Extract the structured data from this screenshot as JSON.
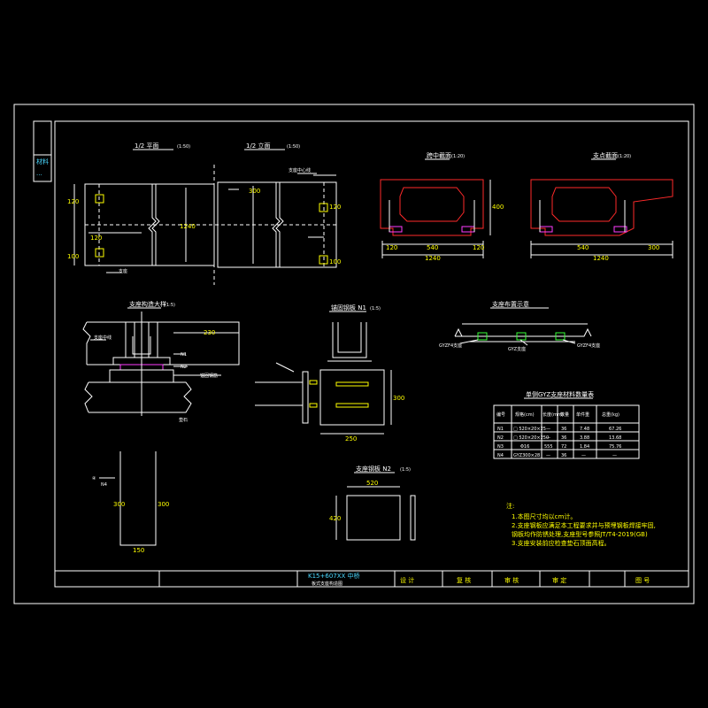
{
  "drawing": {
    "side_labels": [
      "材料",
      "..."
    ],
    "view_titles": {
      "half_plan_left": "1/2 平面",
      "half_plan_left_scale": "(1:50)",
      "half_plan_right": "1/2 立面",
      "half_plan_right_scale": "(1:50)",
      "mid_section": "跨中截面",
      "mid_section_scale": "(1:20)",
      "support_section": "支点截面",
      "support_section_scale": "(1:20)",
      "support_detail": "支座构造大样",
      "support_detail_scale": "(1:5)",
      "steel_plate_n1": "锚固钢板 N1",
      "steel_plate_n1_scale": "(1:5)",
      "bearing_layout": "支座布置示意",
      "steel_plate_n2": "支座钢板 N2",
      "steel_plate_n2_scale": "(1:5)"
    },
    "dims": {
      "plan_120": "120",
      "plan_100": "100",
      "plan_1240": "1240",
      "plan_300": "300",
      "mid_540": "540",
      "mid_120": "120",
      "mid_1240": "1240",
      "mid_400": "400",
      "sup_540": "540",
      "sup_300": "300",
      "sup_1240": "1240",
      "detail_230": "230",
      "n1_250": "250",
      "n1_300": "300",
      "col_300": "300",
      "col_150": "150",
      "n2_520": "520",
      "n2_420": "420"
    },
    "labels": {
      "plan_anchor": "支座中心线",
      "plan_left_mark": "支座",
      "detail_n1": "N1",
      "detail_n2": "N2",
      "detail_ground": "垫石",
      "detail_rebar": "锚固钢筋",
      "detail_center": "支座中线",
      "bearing_left": "GYZF4支座",
      "bearing_mid": "GYZ支座",
      "bearing_right": "GYZF4支座",
      "col_mark": "④",
      "col_label": "N4"
    },
    "table": {
      "title": "单侧GYZ支座材料数量表",
      "headers": [
        "编号",
        "规格(cm)",
        "长度(mm)",
        "数量",
        "单件重",
        "总重(kg)"
      ],
      "rows": [
        [
          "N1",
          "□ 520×20×25",
          "—",
          "36",
          "7.48",
          "67.26"
        ],
        [
          "N2",
          "□ 520×20×250",
          "—",
          "36",
          "3.88",
          "13.68"
        ],
        [
          "N3",
          "Φ16",
          "555",
          "72",
          "1.84",
          "75.76"
        ],
        [
          "N4",
          "GYZ300×28",
          "—",
          "36",
          "—",
          "—"
        ]
      ]
    },
    "notes": {
      "heading": "注:",
      "lines": [
        "1.本图尺寸均以cm计。",
        "2.支座钢板应满足本工程要求并与预埋钢板焊接牢固,",
        "  钢板均作防锈处理,支座型号参照JT/T4-2019(GB)",
        "3.支座安装前应检查垫石顶面高程。"
      ]
    },
    "title_block": {
      "project": "K15+607XX 中桥",
      "drawing_name": "板式支座构造图",
      "design": "设 计",
      "check": "复 核",
      "review": "审 核",
      "approve": "审 定",
      "sheet": "图 号"
    },
    "colors": {
      "background": "#000000",
      "line": "#ffffff",
      "section": "#ff2a2a",
      "dimension": "#4ad8ff",
      "highlight": "#ffff00",
      "bearing": "#ff3cff"
    }
  }
}
